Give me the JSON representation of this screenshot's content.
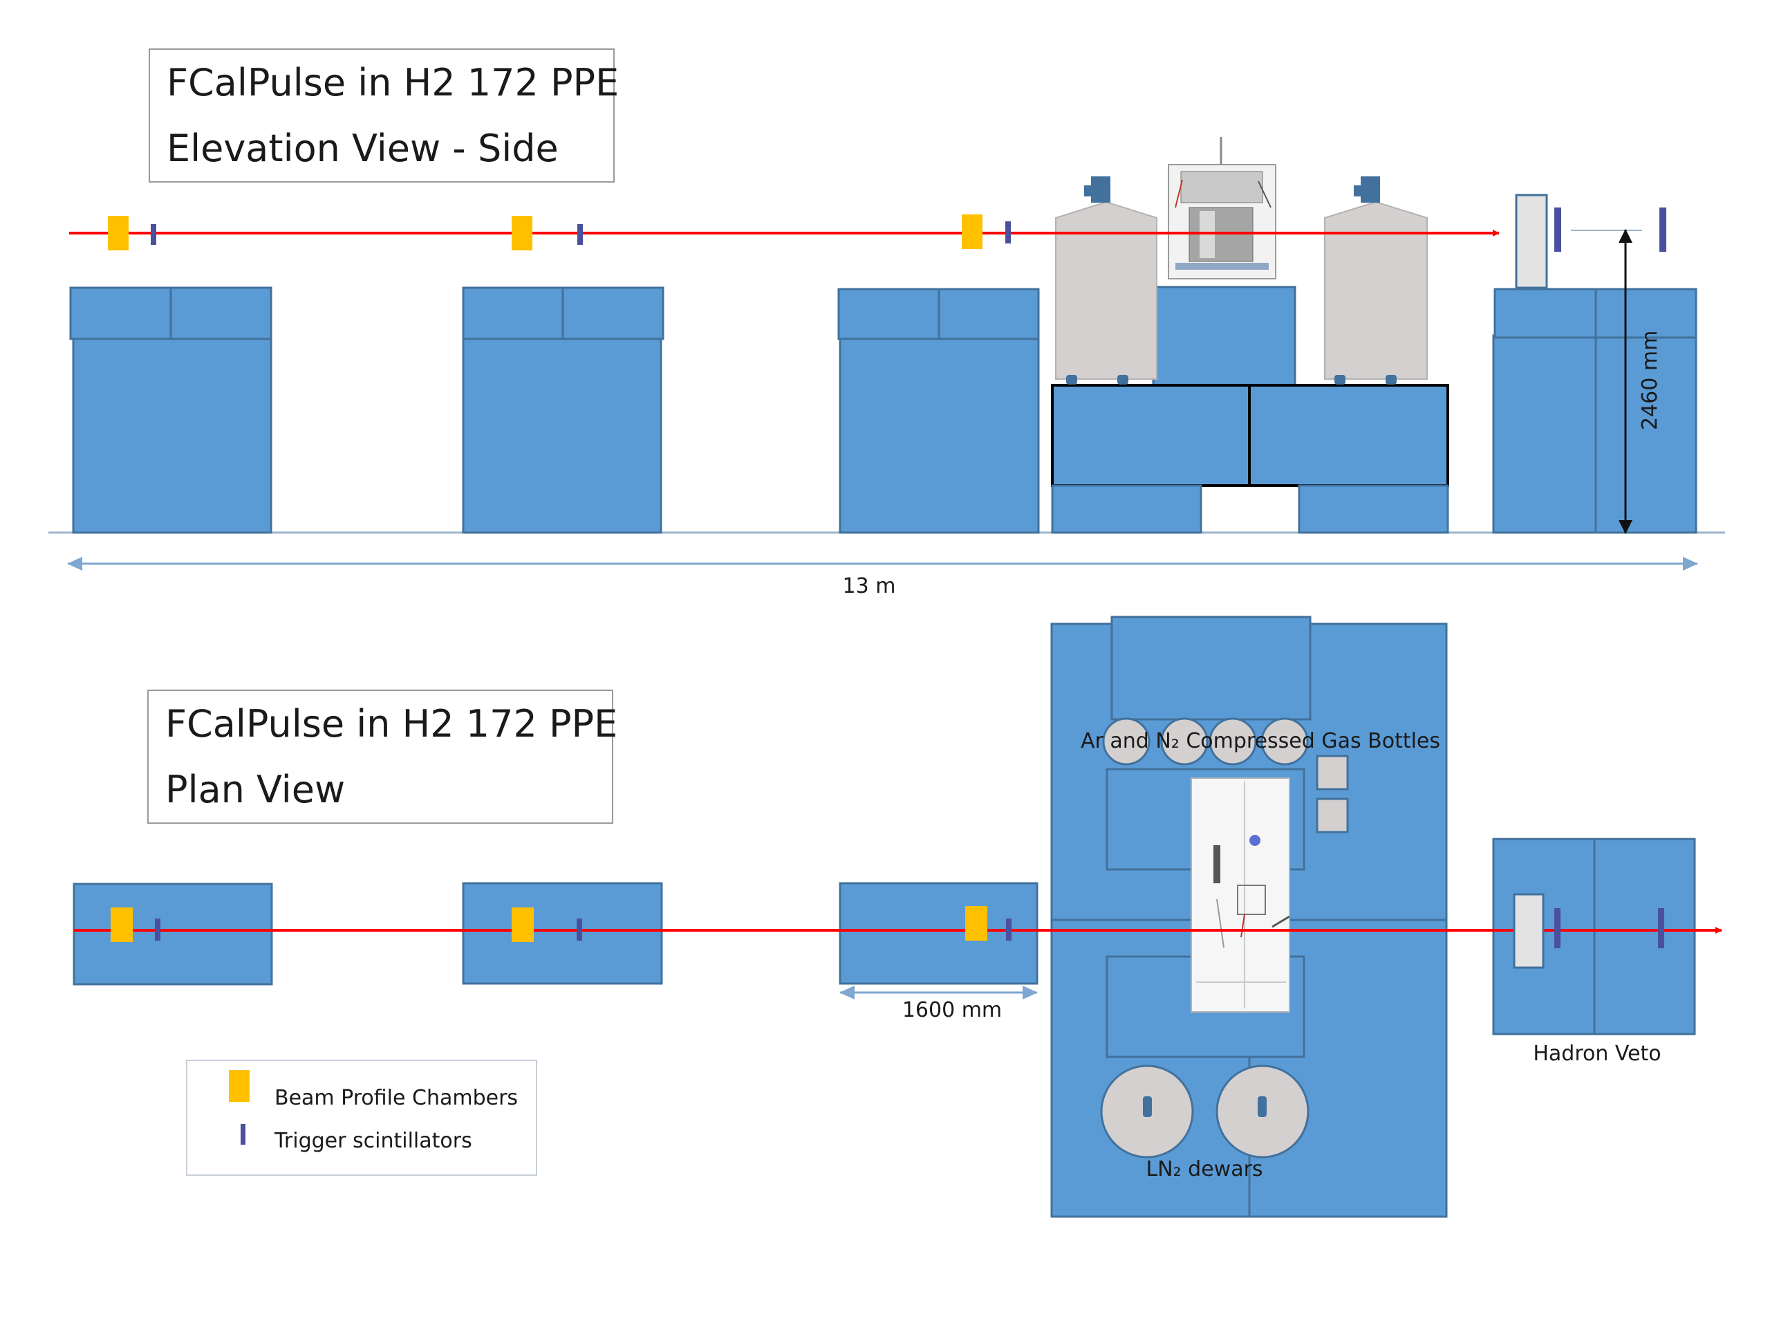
{
  "elevation": {
    "title_line1": "FCalPulse in H2 172 PPE",
    "title_line2": "Elevation View - Side",
    "height_dimension": "2460 mm",
    "length_dimension": "13 m"
  },
  "plan": {
    "title_line1": "FCalPulse in H2 172 PPE",
    "title_line2": "Plan View",
    "gas_bottles_label": "Ar and N₂ Compressed Gas Bottles",
    "dewars_label": "LN₂ dewars",
    "width_dimension": "1600 mm",
    "hadron_veto_label": "Hadron Veto"
  },
  "legend": {
    "beam_profile_label": "Beam Profile Chambers",
    "trigger_label": "Trigger scintillators"
  },
  "colors": {
    "table_blue": "#5b9bd5",
    "beam_red": "#ff0000",
    "chamber_yellow": "#ffc000",
    "scintillator": "#4a4f9e",
    "cryostat_grey": "#d4d0d0",
    "dimension_line": "#7fa7cf"
  }
}
